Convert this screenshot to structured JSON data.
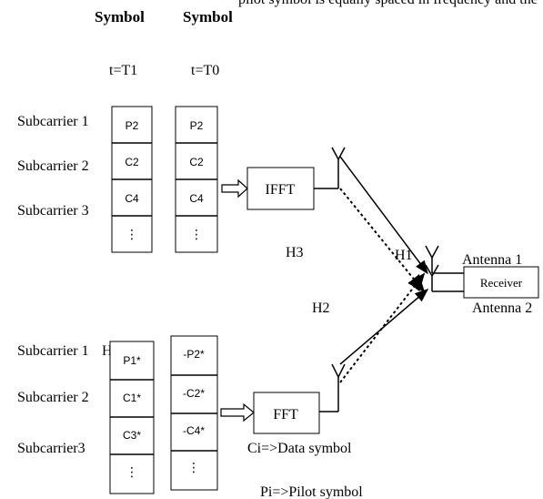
{
  "header": {
    "top_caption": "pilot symbol is equally spaced in frequency and the",
    "col1_title": "Symbol",
    "col2_title": "Symbol",
    "col1_time": "t=T1",
    "col2_time": "t=T0"
  },
  "top_group": {
    "row_labels": [
      "Subcarrier 1",
      "Subcarrier 2",
      "Subcarrier 3"
    ],
    "col1_cells": [
      "P2",
      "C2",
      "C4",
      "⋮"
    ],
    "col2_cells": [
      "P2",
      "C2",
      "C4",
      "⋮"
    ],
    "transform_label": "IFFT"
  },
  "bottom_group": {
    "row_labels": [
      "Subcarrier 1",
      "Subcarrier 2",
      "Subcarrier3"
    ],
    "row_label_trailing": "H",
    "col1_cells": [
      "P1*",
      "C1*",
      "C3*",
      "⋮"
    ],
    "col2_cells": [
      "-P2*",
      "-C2*",
      "-C4*",
      "⋮"
    ],
    "transform_label": "FFT"
  },
  "channels": {
    "h3": "H3",
    "h1": "H1",
    "h2": "H2"
  },
  "receiver": {
    "label": "Receiver",
    "antenna1": "Antenna 1",
    "antenna2": "Antenna 2"
  },
  "legend": {
    "data_symbol": "Ci=>Data symbol",
    "pilot_symbol": "Pi=>Pilot  symbol"
  }
}
